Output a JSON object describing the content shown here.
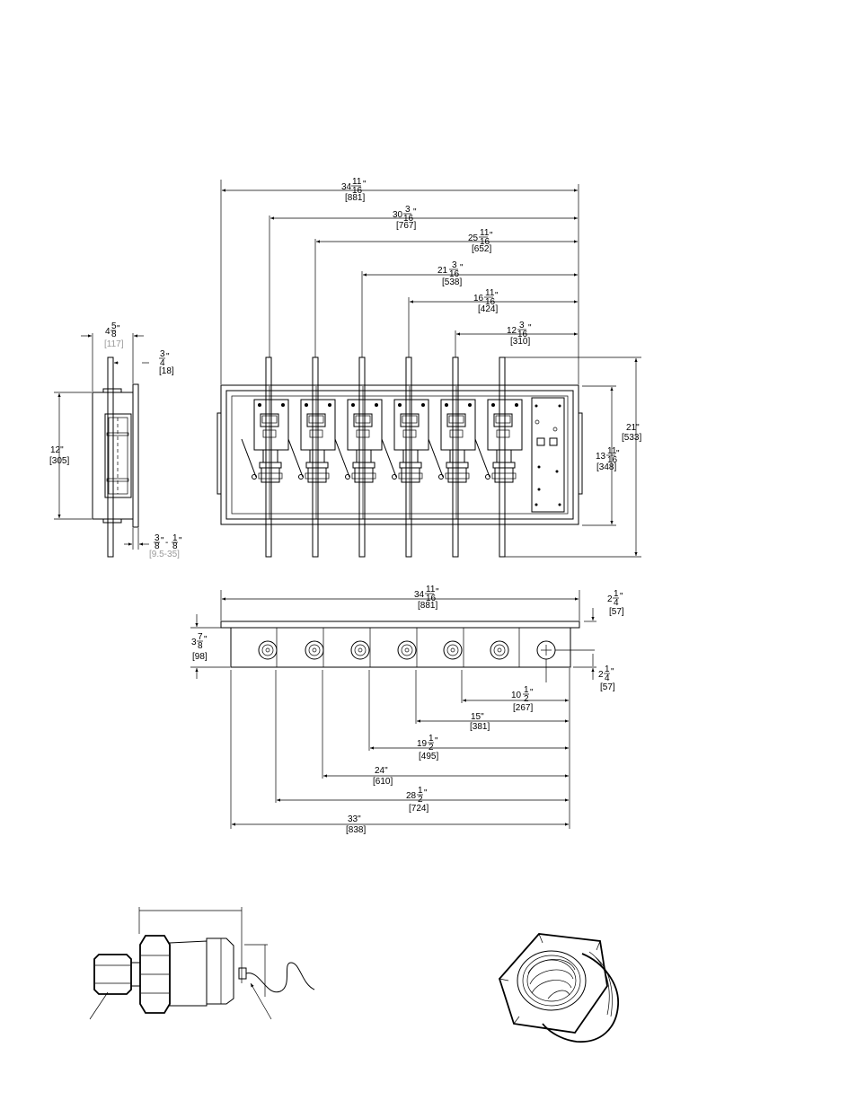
{
  "front_view": {
    "overall_width": {
      "whole": "34",
      "num": "11",
      "den": "16",
      "metric": "[881]"
    },
    "port_widths": [
      {
        "whole": "30",
        "num": "3",
        "den": "16",
        "metric": "[767]"
      },
      {
        "whole": "25",
        "num": "11",
        "den": "16",
        "metric": "[652]"
      },
      {
        "whole": "21",
        "num": "3",
        "den": "16",
        "metric": "[538]"
      },
      {
        "whole": "16",
        "num": "11",
        "den": "16",
        "metric": "[424]"
      },
      {
        "whole": "12",
        "num": "3",
        "den": "16",
        "metric": "[310]"
      }
    ],
    "overall_height": {
      "text": "21\"",
      "metric": "[533]"
    },
    "inner_height": {
      "whole": "13",
      "num": "11",
      "den": "16",
      "metric": "[348]"
    }
  },
  "side_view": {
    "depth": {
      "whole": "4",
      "num": "5",
      "den": "8",
      "metric": "[117]"
    },
    "flange": {
      "num": "3",
      "den": "4",
      "metric": "[18]"
    },
    "height": {
      "text": "12\"",
      "metric": "[305]"
    },
    "wall_range": {
      "num1": "3",
      "den1": "8",
      "num2": "1",
      "den2": "8",
      "metric": "[9.5-35]"
    }
  },
  "bottom_view": {
    "overall_width": {
      "whole": "34",
      "num": "11",
      "den": "16",
      "metric": "[881]"
    },
    "flange_height": {
      "whole": "2",
      "num": "1",
      "den": "4",
      "metric": "[57]"
    },
    "box_depth": {
      "whole": "3",
      "num": "7",
      "den": "8",
      "metric": "[98]"
    },
    "center_offset": {
      "whole": "2",
      "num": "1",
      "den": "4",
      "metric": "[57]"
    },
    "port_spacings": [
      {
        "whole": "10",
        "num": "1",
        "den": "2",
        "metric": "[267]"
      },
      {
        "text": "15\"",
        "metric": "[381]"
      },
      {
        "whole": "19",
        "num": "1",
        "den": "2",
        "metric": "[495]"
      },
      {
        "text": "24\"",
        "metric": "[610]"
      },
      {
        "whole": "28",
        "num": "1",
        "den": "2",
        "metric": "[724]"
      },
      {
        "text": "33\"",
        "metric": "[838]"
      }
    ]
  },
  "icons": {
    "fitting": "pressure-fitting-icon",
    "bushing": "hex-bushing-icon"
  }
}
